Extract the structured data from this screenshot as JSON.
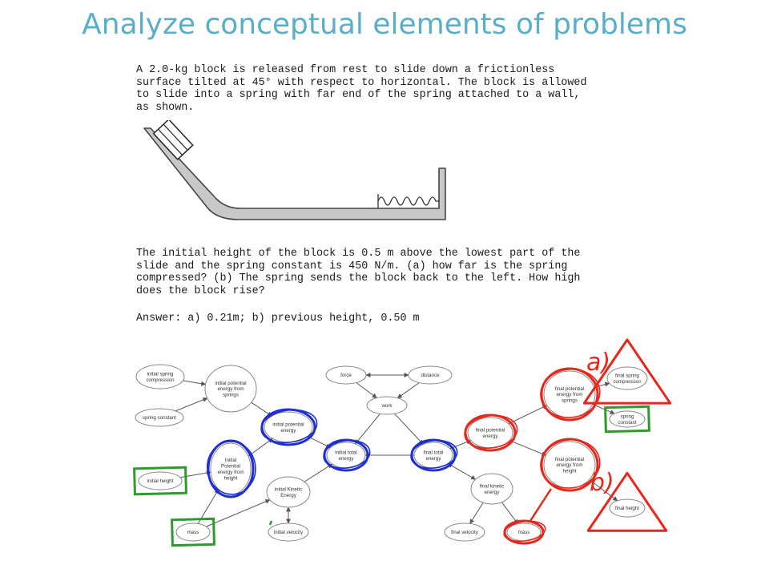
{
  "title": "Analyze conceptual elements of problems",
  "problem_lines": [
    "A 2.0-kg block is released from rest to slide down a frictionless",
    "surface tilted at 45° with respect to horizontal. The block is allowed",
    "to slide into a spring with far end of the spring attached to a wall,",
    "as shown."
  ],
  "question_lines": [
    "The initial height of the block is 0.5 m above the lowest part of the",
    "slide and the spring constant is 450 N/m. (a) how far is the spring",
    "compressed? (b) The spring sends the block back to the left. How high",
    "does the block rise?"
  ],
  "answer": "Answer: a) 0.21m; b) previous height, 0.50 m",
  "nodes": {
    "initial_spring_compression": [
      "initial spring",
      "compression"
    ],
    "spring_constant_left": [
      "spring constant"
    ],
    "initial_pe_springs": [
      "initial potential",
      "energy from",
      "springs"
    ],
    "initial_potential_energy": [
      "initial potential",
      "energy"
    ],
    "initial_pe_height": [
      "Initial",
      "Potential",
      "energy from",
      "height"
    ],
    "initial_height": [
      "initial height"
    ],
    "mass_left": [
      "mass"
    ],
    "initial_kinetic_energy": [
      "initial Kinetic",
      "Energy"
    ],
    "initial_velocity": [
      "initial velocity"
    ],
    "force": [
      "force"
    ],
    "distance": [
      "distance"
    ],
    "work": [
      "work"
    ],
    "initial_total_energy": [
      "initial total",
      "energy"
    ],
    "final_total_energy": [
      "final total",
      "energy"
    ],
    "final_potential_energy": [
      "final potential",
      "energy"
    ],
    "final_kinetic_energy": [
      "final kinetic",
      "energy"
    ],
    "final_velocity": [
      "final velocity"
    ],
    "mass_right": [
      "mass"
    ],
    "final_pe_springs": [
      "final potential",
      "energy from",
      "springs"
    ],
    "final_pe_height": [
      "final potential",
      "energy from",
      "height"
    ],
    "final_spring_compression": [
      "final spring",
      "compression"
    ],
    "spring_constant_right": [
      "spring",
      "constant"
    ],
    "final_height": [
      "final height"
    ]
  },
  "annotations": {
    "part_a": "a)",
    "part_b": "b)"
  },
  "colors": {
    "title": "#5aaec9",
    "known_green": "#2e9a2e",
    "initial_blue": "#1f2fd0",
    "final_red": "#e8261c",
    "node_outline": "#888888",
    "arrow": "#555555"
  }
}
